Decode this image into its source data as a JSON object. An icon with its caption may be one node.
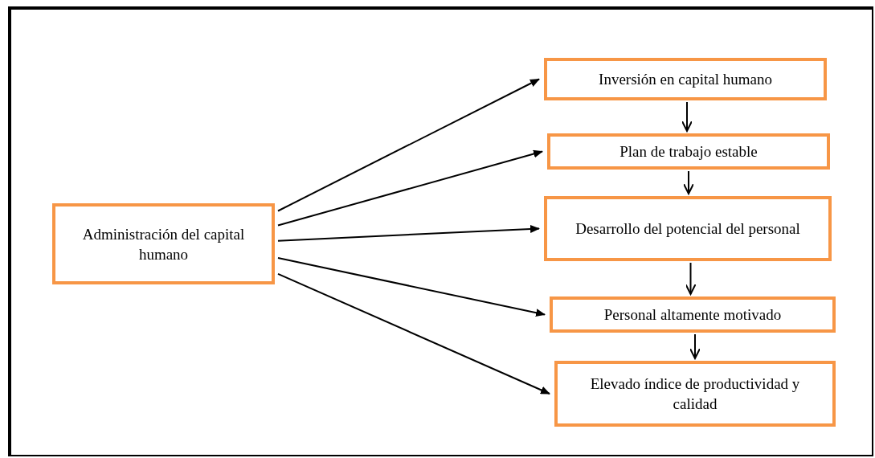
{
  "diagram": {
    "nodes": [
      {
        "text": [
          "Administración del capital humano"
        ]
      },
      {
        "text": [
          "Inversión en capital humano"
        ]
      },
      {
        "text": [
          "Plan de trabajo estable"
        ]
      },
      {
        "text": [
          "Desarrollo del potencial del personal"
        ]
      },
      {
        "text": [
          "Personal altamente motivado"
        ]
      },
      {
        "text": [
          "Elevado índice de productividad y calidad"
        ]
      }
    ],
    "edges": [
      {
        "from": 0,
        "to": 1,
        "arrow": "to"
      },
      {
        "from": 0,
        "to": 2,
        "arrow": "to"
      },
      {
        "from": 0,
        "to": 3,
        "arrow": "to"
      },
      {
        "from": 0,
        "to": 4,
        "arrow": "to"
      },
      {
        "from": 0,
        "to": 5,
        "arrow": "to"
      },
      {
        "from": 1,
        "to": 2,
        "arrow": "to"
      },
      {
        "from": 2,
        "to": 3,
        "arrow": "to"
      },
      {
        "from": 3,
        "to": 4,
        "arrow": "to"
      },
      {
        "from": 4,
        "to": 5,
        "arrow": "to"
      }
    ]
  }
}
